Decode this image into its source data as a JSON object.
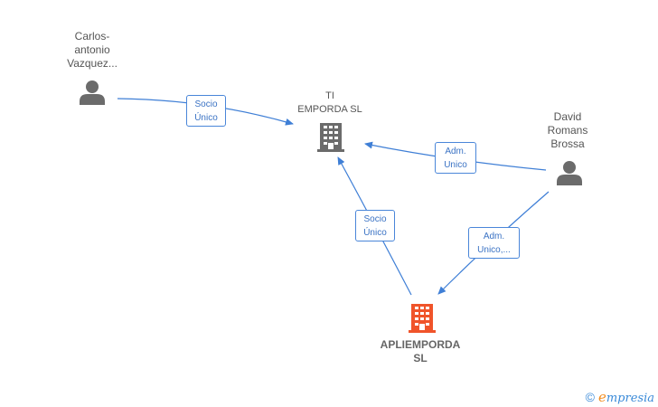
{
  "nodes": {
    "carlos": {
      "label": "Carlos-\nantonio\nVazquez...",
      "type": "person"
    },
    "ti_emporda": {
      "label": "TI\nEMPORDA  SL",
      "type": "company"
    },
    "david": {
      "label": "David\nRomans\nBrossa",
      "type": "person"
    },
    "apliemporda": {
      "label": "APLIEMPORDA\nSL",
      "type": "company-focus"
    }
  },
  "edges": {
    "carlos_ti": {
      "label": "Socio\nÚnico"
    },
    "david_ti": {
      "label": "Adm.\nUnico"
    },
    "apli_ti": {
      "label": "Socio\nÚnico"
    },
    "david_apli": {
      "label": "Adm.\nUnico,..."
    }
  },
  "colors": {
    "person": "#6b6b6b",
    "company": "#6b6b6b",
    "company_focus": "#f0542a",
    "edge": "#3f7fd6"
  },
  "watermark": {
    "copyright": "©",
    "brand_first": "e",
    "brand_rest": "mpresia"
  }
}
